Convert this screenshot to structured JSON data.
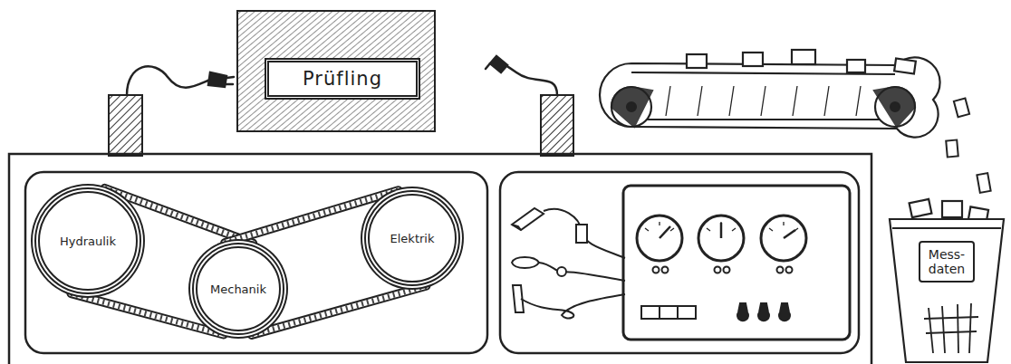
{
  "diagram": {
    "nodes": [
      {
        "text": [
          "Prüfling"
        ]
      },
      {
        "text": [
          "Hydraulik"
        ]
      },
      {
        "text": [
          "Mechanik"
        ]
      },
      {
        "text": [
          "Elektrik"
        ]
      },
      {
        "text": [
          "Mess- daten"
        ]
      }
    ],
    "edges": [
      {
        "from": 1,
        "to": 2,
        "arrow": "none"
      },
      {
        "from": 2,
        "to": 3,
        "arrow": "none"
      }
    ]
  }
}
